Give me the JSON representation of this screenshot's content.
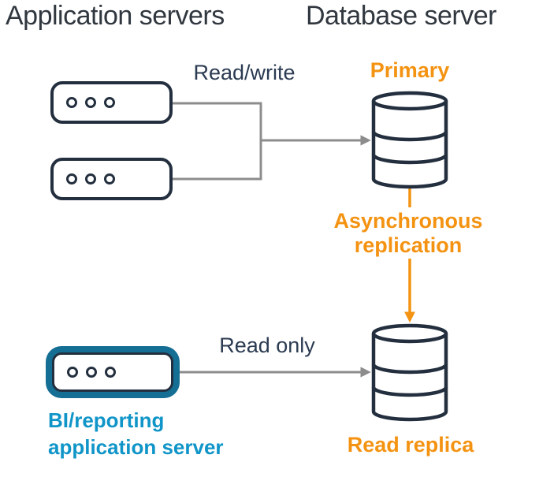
{
  "headings": {
    "left": "Application servers",
    "right": "Database server"
  },
  "labels": {
    "read_write": "Read/write",
    "read_only": "Read only",
    "primary": "Primary",
    "async_line1": "Asynchronous",
    "async_line2": "replication",
    "read_replica": "Read replica",
    "bi_line1": "BI/reporting",
    "bi_line2": "application server"
  },
  "diagram": {
    "nodes": [
      {
        "id": "app-server-1",
        "type": "application-server"
      },
      {
        "id": "app-server-2",
        "type": "application-server"
      },
      {
        "id": "bi-server",
        "type": "application-server",
        "label": "BI/reporting application server"
      },
      {
        "id": "primary-db",
        "type": "database",
        "label": "Primary"
      },
      {
        "id": "read-replica-db",
        "type": "database",
        "label": "Read replica"
      }
    ],
    "edges": [
      {
        "from": "app-server-1",
        "to": "primary-db",
        "label": "Read/write",
        "style": "gray-arrow"
      },
      {
        "from": "app-server-2",
        "to": "primary-db",
        "label": "Read/write",
        "style": "gray-arrow"
      },
      {
        "from": "primary-db",
        "to": "read-replica-db",
        "label": "Asynchronous replication",
        "style": "orange-arrow"
      },
      {
        "from": "bi-server",
        "to": "read-replica-db",
        "label": "Read only",
        "style": "gray-arrow"
      }
    ]
  },
  "colors": {
    "background": "#ffffff",
    "dark": "#232f3e",
    "heading_text": "#31373f",
    "navy_text": "#2b3b52",
    "orange": "#f49312",
    "gray_line": "#8c8c8c",
    "teal_border": "#156e93",
    "teal_text": "#1095c8",
    "label_bg": "#ffffff"
  }
}
